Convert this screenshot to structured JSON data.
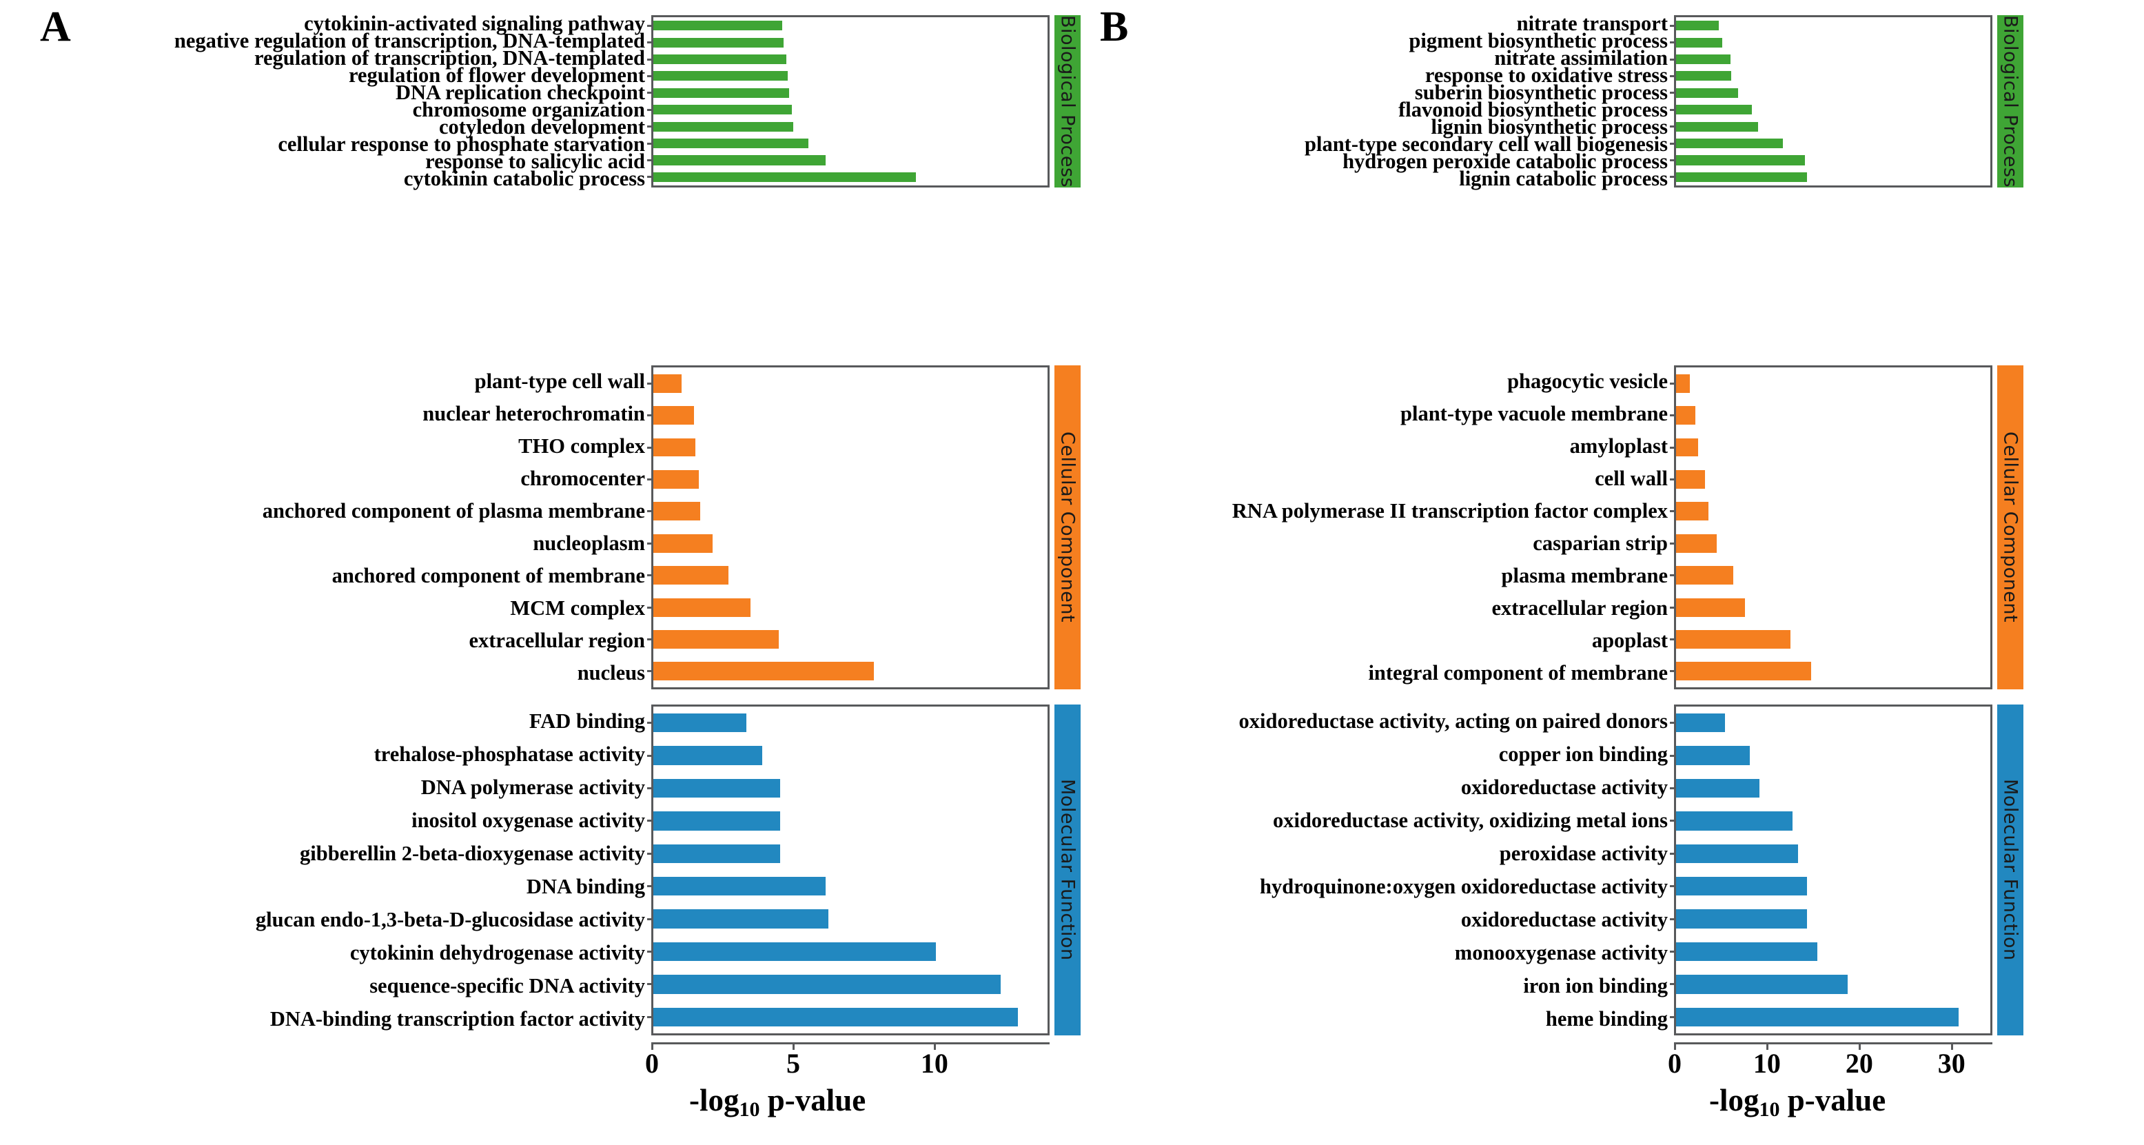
{
  "figure": {
    "panels": [
      {
        "letter": "A",
        "xlabel_prefix": "-log",
        "xlabel_sub": "10",
        "xlabel_suffix": " p-value",
        "xlim": [
          0,
          14.1
        ],
        "xticks": [
          0,
          5,
          10
        ],
        "xtick_labels": [
          "0",
          "5",
          "10"
        ],
        "categories": [
          {
            "name": "Biological Process",
            "color": "#3fa535",
            "terms": [
              "cytokinin-activated signaling pathway",
              "negative regulation of transcription, DNA-templated",
              "regulation of transcription, DNA-templated",
              "regulation of flower development",
              "DNA replication checkpoint",
              "chromosome organization",
              "cotyledon development",
              "cellular response to phosphate starvation",
              "response to salicylic acid",
              "cytokinin catabolic process"
            ],
            "values": [
              4.55,
              4.6,
              4.7,
              4.75,
              4.8,
              4.9,
              4.95,
              5.5,
              6.1,
              9.3
            ]
          },
          {
            "name": "Cellular Component",
            "color": "#f57f20",
            "terms": [
              "plant-type cell wall",
              "nuclear heterochromatin",
              "THO complex",
              "chromocenter",
              "anchored component of plasma membrane",
              "nucleoplasm",
              "anchored component of membrane",
              "MCM complex",
              "extracellular region",
              "nucleus"
            ],
            "values": [
              1.0,
              1.45,
              1.5,
              1.6,
              1.65,
              2.1,
              2.65,
              3.45,
              4.45,
              7.8
            ]
          },
          {
            "name": "Molecular Function",
            "color": "#2288c0",
            "terms": [
              "FAD binding",
              "trehalose-phosphatase activity",
              "DNA polymerase activity",
              "inositol oxygenase activity",
              "gibberellin 2-beta-dioxygenase activity",
              "DNA binding",
              "glucan endo-1,3-beta-D-glucosidase activity",
              "cytokinin dehydrogenase activity",
              "sequence-specific DNA activity",
              "DNA-binding transcription factor activity"
            ],
            "values": [
              3.3,
              3.85,
              4.5,
              4.5,
              4.5,
              6.1,
              6.2,
              10.0,
              12.3,
              12.9
            ]
          }
        ]
      },
      {
        "letter": "B",
        "xlabel_prefix": "-log",
        "xlabel_sub": "10",
        "xlabel_suffix": " p-value",
        "xlim": [
          0,
          34.5
        ],
        "xticks": [
          0,
          10,
          20,
          30
        ],
        "xtick_labels": [
          "0",
          "10",
          "20",
          "30"
        ],
        "categories": [
          {
            "name": "Biological Process",
            "color": "#3fa535",
            "terms": [
              "nitrate transport",
              "pigment biosynthetic process",
              "nitrate assimilation",
              "response to oxidative stress",
              "suberin biosynthetic process",
              "flavonoid biosynthetic process",
              "lignin biosynthetic process",
              "plant-type secondary cell wall biogenesis",
              "hydrogen peroxide catabolic process",
              "lignin catabolic process"
            ],
            "values": [
              4.6,
              5.0,
              5.9,
              6.0,
              6.7,
              8.2,
              8.9,
              11.6,
              14.0,
              14.2
            ]
          },
          {
            "name": "Cellular Component",
            "color": "#f57f20",
            "terms": [
              "phagocytic vesicle",
              "plant-type vacuole membrane",
              "amyloplast",
              "cell wall",
              "RNA polymerase II transcription factor complex",
              "casparian strip",
              "plasma membrane",
              "extracellular region",
              "apoplast",
              "integral component of membrane"
            ],
            "values": [
              1.5,
              2.1,
              2.4,
              3.1,
              3.5,
              4.4,
              6.2,
              7.5,
              12.4,
              14.6
            ]
          },
          {
            "name": "Molecular Function",
            "color": "#2288c0",
            "terms": [
              "oxidoreductase activity, acting on paired donors",
              "copper ion binding",
              "oxidoreductase activity",
              "oxidoreductase activity, oxidizing metal ions",
              "peroxidase activity",
              "hydroquinone:oxygen oxidoreductase activity",
              "oxidoreductase activity",
              "monooxygenase activity",
              "iron ion binding",
              "heme binding"
            ],
            "values": [
              5.3,
              8.0,
              9.0,
              12.6,
              13.2,
              14.2,
              14.2,
              15.3,
              18.6,
              30.6
            ]
          }
        ]
      }
    ]
  },
  "chart_data": {
    "type": "bar",
    "title": "",
    "orientation": "horizontal",
    "xlabel": "-log10 p-value",
    "ylabel": "",
    "grid": false,
    "legend": "right-side vertical category strips",
    "panels": [
      {
        "panel": "A",
        "xlim": [
          0,
          14.1
        ],
        "xticks": [
          0,
          5,
          10
        ],
        "groups": [
          {
            "group": "Biological Process",
            "color": "#3fa535",
            "categories": [
              "cytokinin-activated signaling pathway",
              "negative regulation of transcription, DNA-templated",
              "regulation of transcription, DNA-templated",
              "regulation of flower development",
              "DNA replication checkpoint",
              "chromosome organization",
              "cotyledon development",
              "cellular response to phosphate starvation",
              "response to salicylic acid",
              "cytokinin catabolic process"
            ],
            "values": [
              4.55,
              4.6,
              4.7,
              4.75,
              4.8,
              4.9,
              4.95,
              5.5,
              6.1,
              9.3
            ]
          },
          {
            "group": "Cellular Component",
            "color": "#f57f20",
            "categories": [
              "plant-type cell wall",
              "nuclear heterochromatin",
              "THO complex",
              "chromocenter",
              "anchored component of plasma membrane",
              "nucleoplasm",
              "anchored component of membrane",
              "MCM complex",
              "extracellular region",
              "nucleus"
            ],
            "values": [
              1.0,
              1.45,
              1.5,
              1.6,
              1.65,
              2.1,
              2.65,
              3.45,
              4.45,
              7.8
            ]
          },
          {
            "group": "Molecular Function",
            "color": "#2288c0",
            "categories": [
              "FAD binding",
              "trehalose-phosphatase activity",
              "DNA polymerase activity",
              "inositol oxygenase activity",
              "gibberellin 2-beta-dioxygenase activity",
              "DNA binding",
              "glucan endo-1,3-beta-D-glucosidase activity",
              "cytokinin dehydrogenase activity",
              "sequence-specific DNA activity",
              "DNA-binding transcription factor activity"
            ],
            "values": [
              3.3,
              3.85,
              4.5,
              4.5,
              4.5,
              6.1,
              6.2,
              10.0,
              12.3,
              12.9
            ]
          }
        ]
      },
      {
        "panel": "B",
        "xlim": [
          0,
          34.5
        ],
        "xticks": [
          0,
          10,
          20,
          30
        ],
        "groups": [
          {
            "group": "Biological Process",
            "color": "#3fa535",
            "categories": [
              "nitrate transport",
              "pigment biosynthetic process",
              "nitrate assimilation",
              "response to oxidative stress",
              "suberin biosynthetic process",
              "flavonoid biosynthetic process",
              "lignin biosynthetic process",
              "plant-type secondary cell wall biogenesis",
              "hydrogen peroxide catabolic process",
              "lignin catabolic process"
            ],
            "values": [
              4.6,
              5.0,
              5.9,
              6.0,
              6.7,
              8.2,
              8.9,
              11.6,
              14.0,
              14.2
            ]
          },
          {
            "group": "Cellular Component",
            "color": "#f57f20",
            "categories": [
              "phagocytic vesicle",
              "plant-type vacuole membrane",
              "amyloplast",
              "cell wall",
              "RNA polymerase II transcription factor complex",
              "casparian strip",
              "plasma membrane",
              "extracellular region",
              "apoplast",
              "integral component of membrane"
            ],
            "values": [
              1.5,
              2.1,
              2.4,
              3.1,
              3.5,
              4.4,
              6.2,
              7.5,
              12.4,
              14.6
            ]
          },
          {
            "group": "Molecular Function",
            "color": "#2288c0",
            "categories": [
              "oxidoreductase activity, acting on paired donors",
              "copper ion binding",
              "oxidoreductase activity",
              "oxidoreductase activity, oxidizing metal ions",
              "peroxidase activity",
              "hydroquinone:oxygen oxidoreductase activity",
              "oxidoreductase activity",
              "monooxygenase activity",
              "iron ion binding",
              "heme binding"
            ],
            "values": [
              5.3,
              8.0,
              9.0,
              12.6,
              13.2,
              14.2,
              14.2,
              15.3,
              18.6,
              30.6
            ]
          }
        ]
      }
    ]
  }
}
